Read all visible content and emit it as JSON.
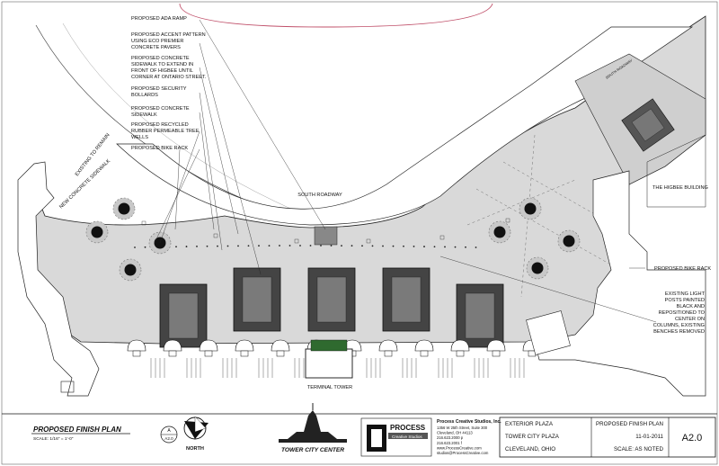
{
  "notes": [
    [
      "PROPOSED ADA RAMP"
    ],
    [
      "PROPOSED ACCENT PATTERN",
      "USING ECO PREMIER",
      "CONCRETE PAVERS"
    ],
    [
      "PROPOSED CONCRETE",
      "SIDEWALK TO EXTEND IN",
      "FRONT OF HIGBEE UNTIL",
      "CORNER AT ONTARIO STREET."
    ],
    [
      "PROPOSED SECURITY",
      "BOLLARDS"
    ],
    [
      "PROPOSED CONCRETE",
      "SIDEWALK"
    ],
    [
      "PROPOSED RECYCLED",
      "RUBBER PERMEABLE TREE",
      "WELLS"
    ],
    [
      "PROPOSED BIKE RACK"
    ]
  ],
  "labels": {
    "existing_to_remain": "EXISTING TO REMAIN",
    "new_concrete_sidewalk": "NEW CONCRETE SIDEWALK",
    "south_roadway": "SOUTH ROADWAY",
    "south_roadway_small": "SOUTH ROADWAY",
    "higbee_building": "THE HIGBEE BUILDING",
    "proposed_bike_rack_right": "PROPOSED BIKE RACK",
    "terminal_tower": "TERMINAL TOWER"
  },
  "light_note": [
    "EXISTING LIGHT",
    "POSTS PAINTED",
    "BLACK AND",
    "REPOSITIONED TO",
    "CENTER ON",
    "COLUMNS, EXISTING",
    "BENCHES REMOVED"
  ],
  "title_block": {
    "plan_title": "PROPOSED FINISH PLAN",
    "scale_note": "SCALE: 1/16\" = 1'-0\"",
    "sheet_ref_top": "A",
    "sheet_ref_bottom": "A2.0",
    "north_label": "NORTH",
    "logo_text": "TOWER CITY CENTER",
    "process_logo_title": "PROCESS",
    "process_logo_sub": "Creative Studios",
    "firm_name": "Process Creative Studios, Inc.",
    "firm_address": [
      "1356 W 25th Street, Suite 300",
      "Cleveland, OH 44113",
      "216.623.2000 p",
      "216.623.2001 f",
      "www.ProcessCreative.com",
      "studios@ProcessCreative.com"
    ],
    "project_lines": [
      "EXTERIOR PLAZA",
      "TOWER CITY PLAZA",
      "CLEVELAND, OHIO"
    ],
    "drawing_title": "PROPOSED FINISH PLAN",
    "date": "11-01-2011",
    "scale_text": "SCALE: AS NOTED",
    "sheet_number": "A2.0"
  }
}
